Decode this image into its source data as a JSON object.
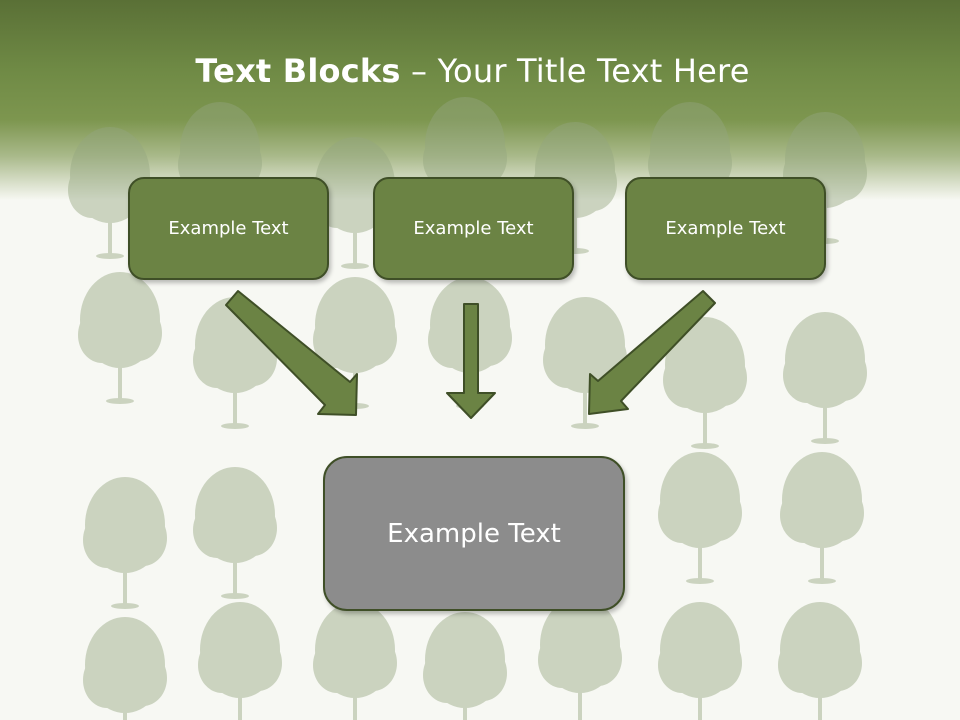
{
  "slide": {
    "title_bold": "Text Blocks",
    "title_separator": " – ",
    "title_rest": "Your Title Text Here"
  },
  "blocks": [
    {
      "label": "Example Text"
    },
    {
      "label": "Example Text"
    },
    {
      "label": "Example Text"
    }
  ],
  "main_block": {
    "label": "Example Text"
  },
  "colors": {
    "header_green": "#5a7036",
    "block_green": "#6b8344",
    "block_border": "#3f4f27",
    "main_block_gray": "#8c8c8c",
    "arrow_green": "#6b8344",
    "tree_color": "#94a680"
  },
  "icons": [
    "tree-icon",
    "arrow-down-right-icon",
    "arrow-down-icon",
    "arrow-down-left-icon"
  ]
}
